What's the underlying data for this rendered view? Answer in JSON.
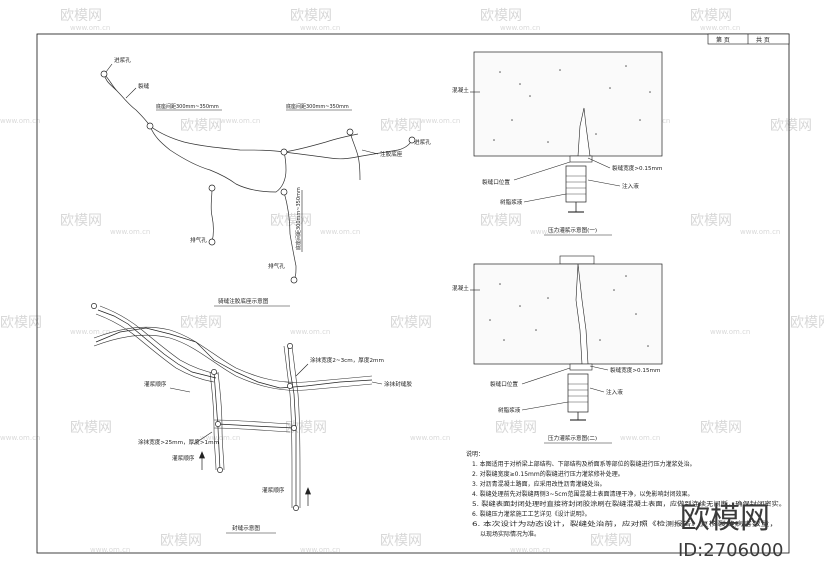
{
  "title_block": {
    "page": "第   页",
    "total": "共   页"
  },
  "watermark": {
    "brand": "欧模网",
    "url": "www.om.cn"
  },
  "branding": {
    "name": "欧模网",
    "id": "ID:2706000"
  },
  "diagram_top_left": {
    "caption": "骑缝注胶底座示意图",
    "labels": {
      "inlet": "进浆孔",
      "crack": "裂缝",
      "spacing_1": "底座间距300mm~350mm",
      "spacing_2": "底座间距300mm~350mm",
      "spacing_vertical": "底座间距300mm~350mm",
      "base": "注胶底座",
      "inlet_2": "进浆孔",
      "vent_1": "排气孔",
      "vent_2": "排气孔"
    }
  },
  "diagram_bottom_left": {
    "caption": "封缝示意图",
    "labels": {
      "coat_1": "涂抹宽度2~3cm，厚度2mm",
      "seal": "涂抹封缝胶",
      "grout_1": "灌浆顺序",
      "coat_2": "涂抹宽度>25mm，厚度>1mm",
      "grout_2": "灌浆顺序",
      "grout_3": "灌浆顺序"
    }
  },
  "diagram_right_1": {
    "caption": "压力灌浆示意图(一)",
    "labels": {
      "concrete": "混凝土",
      "width": "裂缝宽度>0.15mm",
      "crack_pos": "裂缝口位置",
      "injection": "注入液",
      "resin": "树脂浆液"
    }
  },
  "diagram_right_2": {
    "caption": "压力灌浆示意图(二)",
    "labels": {
      "concrete": "混凝土",
      "width": "裂缝宽度>0.15mm",
      "crack_pos": "裂缝口位置",
      "injection": "注入液",
      "resin": "树脂浆液"
    }
  },
  "notes": {
    "heading": "说明：",
    "items": [
      "1. 本图适用于对桥梁上部结构、下部结构及桥面系等部位的裂缝进行压力灌浆处治。",
      "2. 对裂缝宽度≥0.15mm的裂缝进行压力灌浆修补处理。",
      "3. 对沥青混凝土路面，应采用改性沥青灌缝处治。",
      "4. 裂缝处理前先对裂缝两侧3~5cm范围混凝土表面清理干净，以免影响封闭效果。",
      "5. 裂缝表面封闭处理时直接将封闭胶涂刷在裂缝混凝土表面，应做到连续无间断，确保封闭密实。",
      "6. 裂缝压力灌浆施工工艺详见《设计说明》。",
      "6. 本次设计为动态设计，裂缝处治前，应对照《检测报告》复核裂缝病害数量，",
      "以现场实际情况为准。"
    ]
  }
}
